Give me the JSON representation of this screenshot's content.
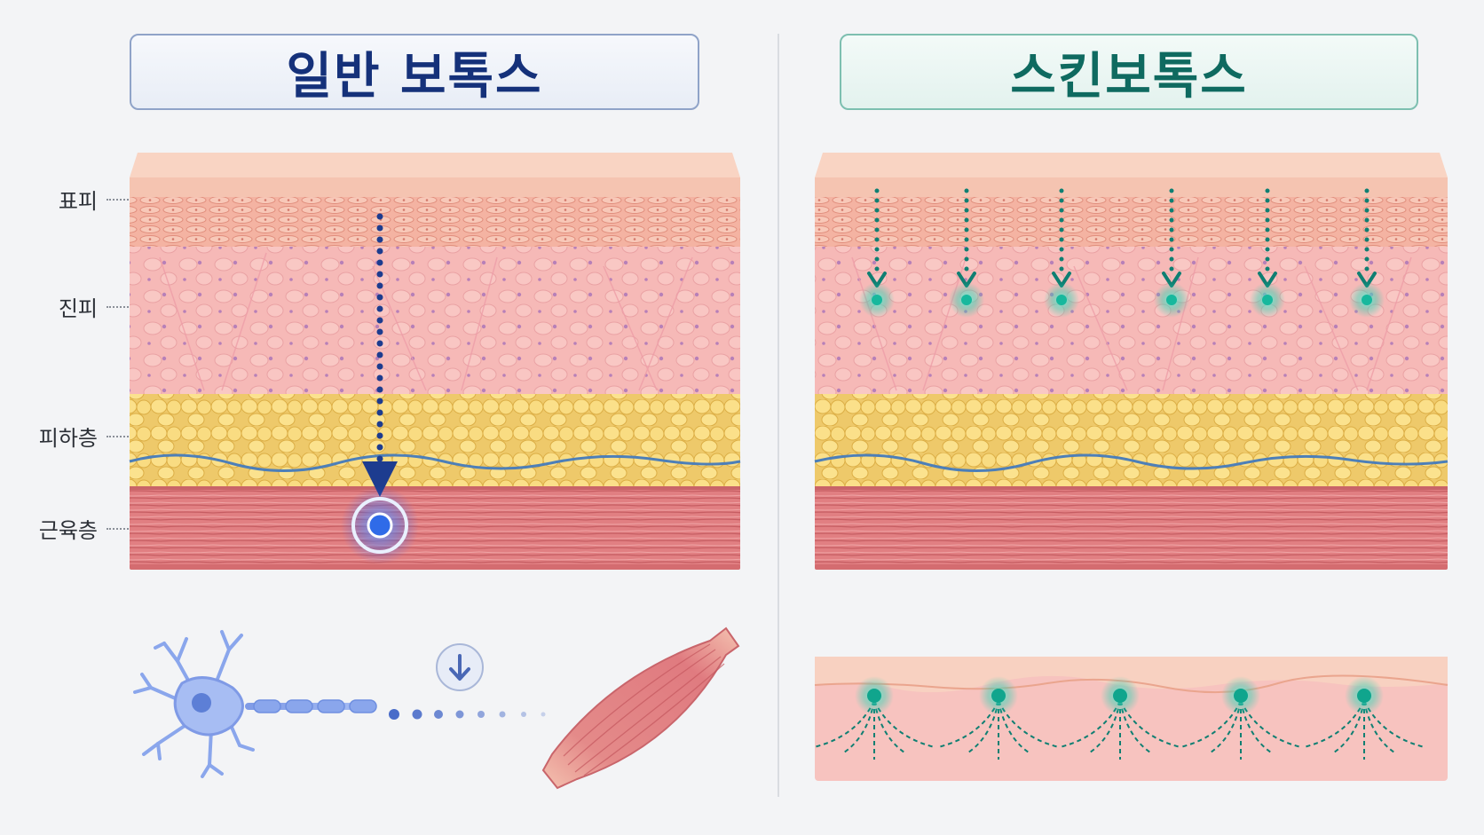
{
  "left_panel": {
    "title": "일반 보톡스",
    "layer_labels": [
      "표피",
      "진피",
      "피하층",
      "근육층"
    ]
  },
  "right_panel": {
    "title": "스킨보톡스"
  },
  "colors": {
    "left_accent": "#1d3c8f",
    "right_accent": "#0f7f72",
    "glow_blue": "#3a7bff",
    "glow_teal": "#1fd6b8"
  },
  "icons": {
    "left_arrow_badge": "down-arrow-icon",
    "neuron": "neuron-icon",
    "muscle": "muscle-icon"
  }
}
